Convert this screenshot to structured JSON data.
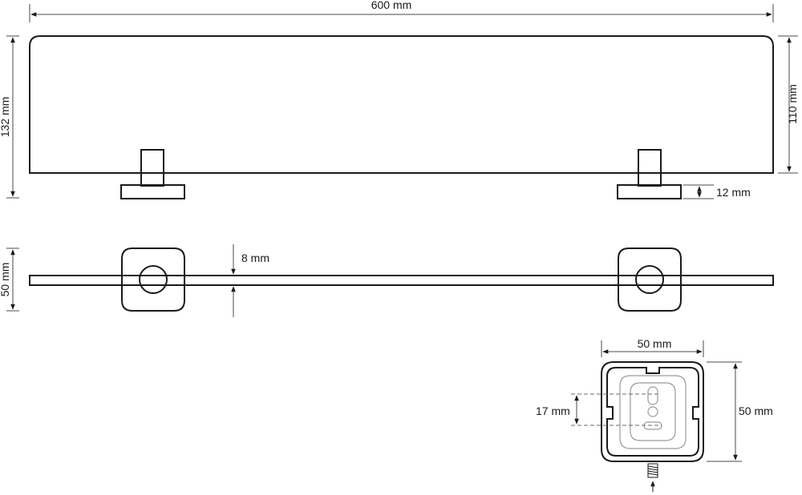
{
  "dimensions": {
    "overall_width": "600 mm",
    "total_height": "132 mm",
    "glass_height": "110 mm",
    "base_thickness": "12 mm",
    "depth": "50 mm",
    "glass_thickness": "8 mm",
    "bracket_width": "50 mm",
    "bracket_height": "50 mm",
    "hole_spacing": "17 mm"
  }
}
